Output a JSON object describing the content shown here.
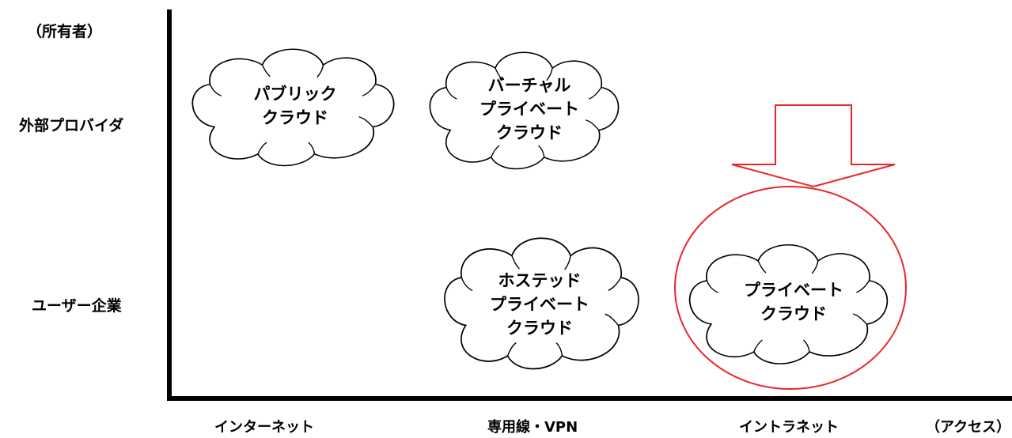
{
  "y_axis": {
    "owner_label": "（所有者）",
    "categories": [
      "外部プロバイダ",
      "ユーザー企業"
    ]
  },
  "x_axis": {
    "access_label": "（アクセス）",
    "categories": [
      "インターネット",
      "専用線・VPN",
      "イントラネット"
    ]
  },
  "clouds": [
    {
      "lines": [
        "パブリック",
        "クラウド"
      ]
    },
    {
      "lines": [
        "バーチャル",
        "プライベート",
        "クラウド"
      ]
    },
    {
      "lines": [
        "ホステッド",
        "プライベート",
        "クラウド"
      ]
    },
    {
      "lines": [
        "プライベート",
        "クラウド"
      ]
    }
  ],
  "colors": {
    "highlight": "#e8262a",
    "axis": "#000000"
  }
}
